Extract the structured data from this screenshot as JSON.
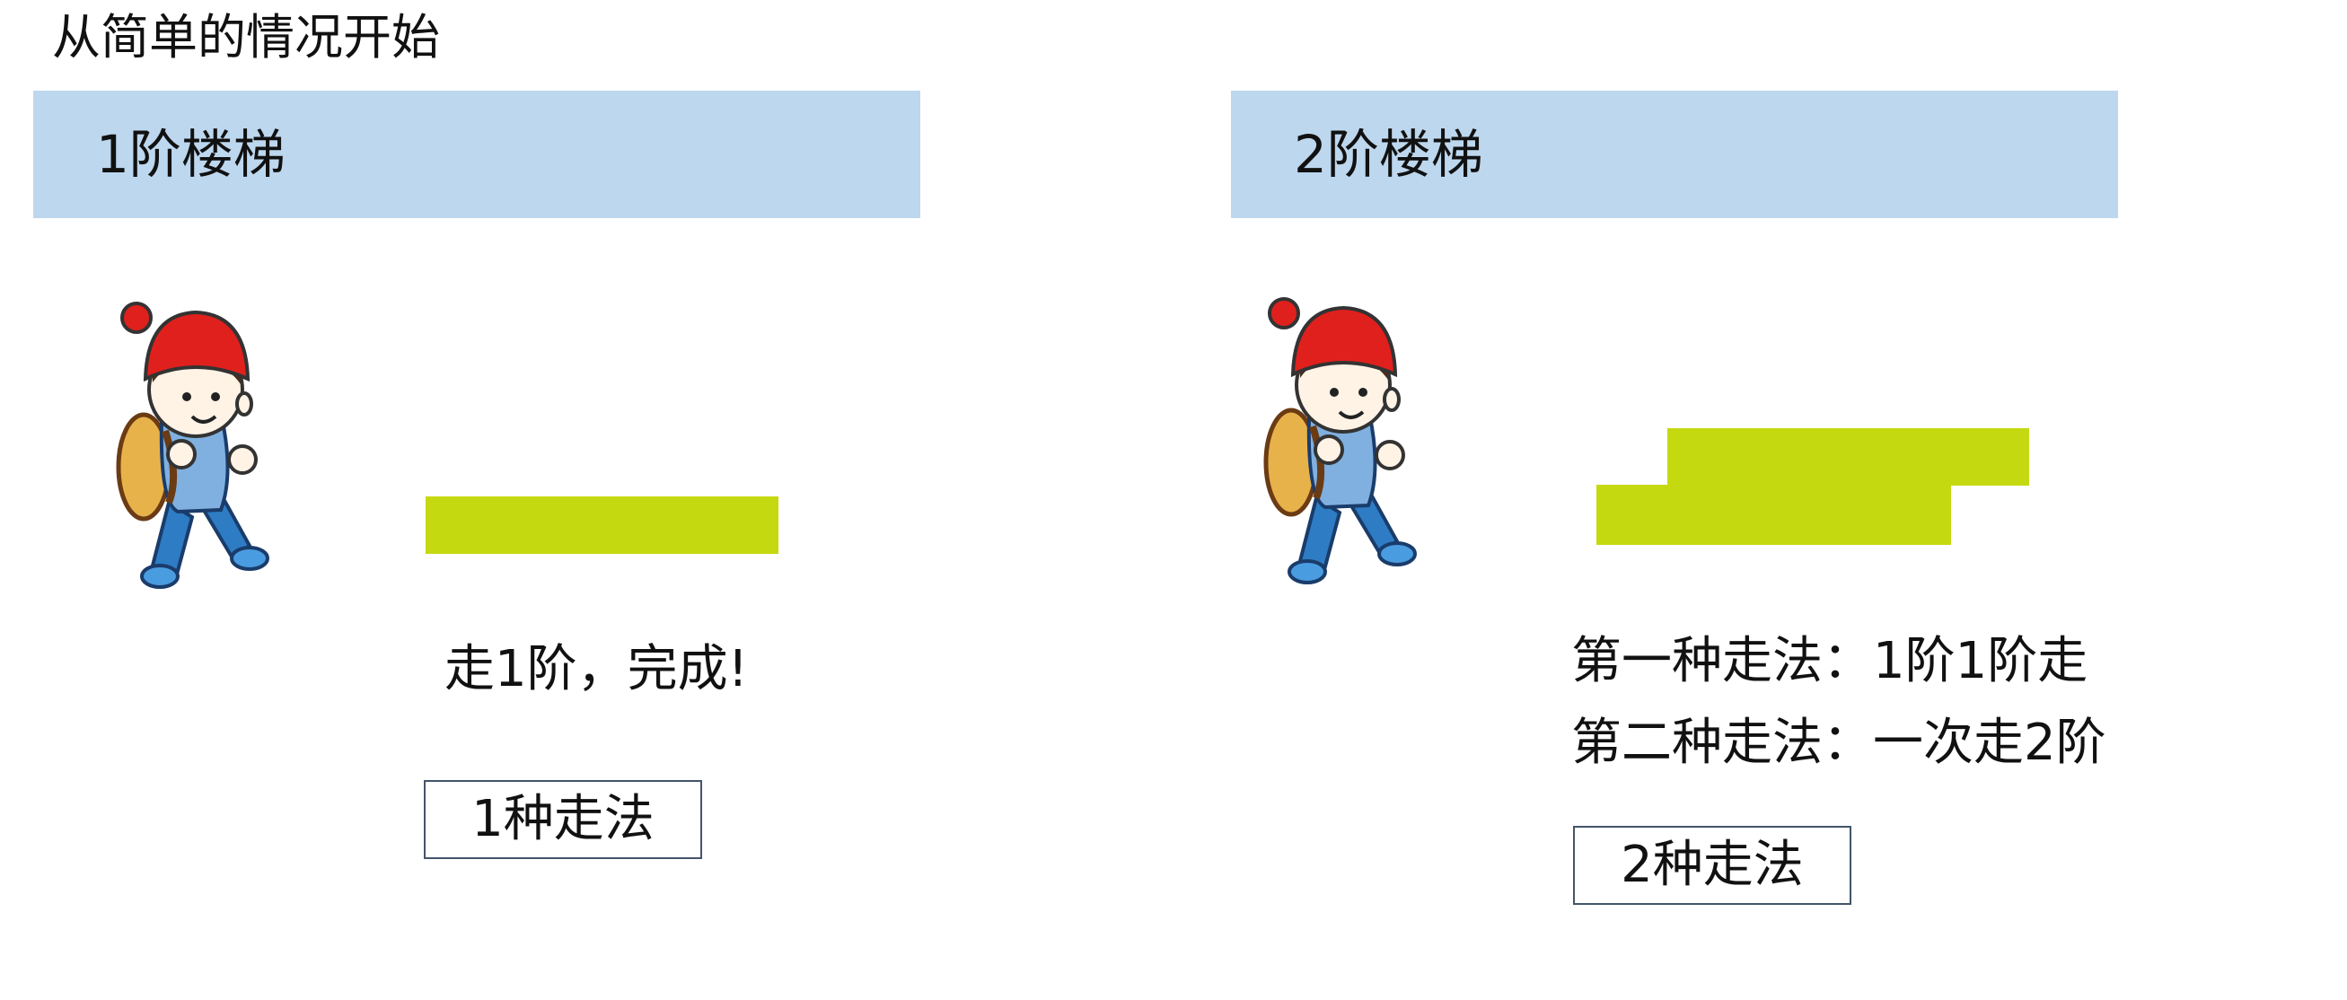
{
  "page": {
    "title": "从简单的情况开始"
  },
  "panels": [
    {
      "header": "1阶楼梯",
      "steps_shown": 1,
      "captions": [
        "走1阶，完成!"
      ],
      "result": "1种走法"
    },
    {
      "header": "2阶楼梯",
      "steps_shown": 2,
      "captions": [
        "第一种走法：1阶1阶走",
        "第二种走法：一次走2阶"
      ],
      "result": "2种走法"
    }
  ],
  "colors": {
    "header_bg": "#bdd7ee",
    "step_bar": "#c5d911",
    "box_border": "#44546a"
  },
  "icons": {
    "character": "hiking-kid-icon"
  }
}
